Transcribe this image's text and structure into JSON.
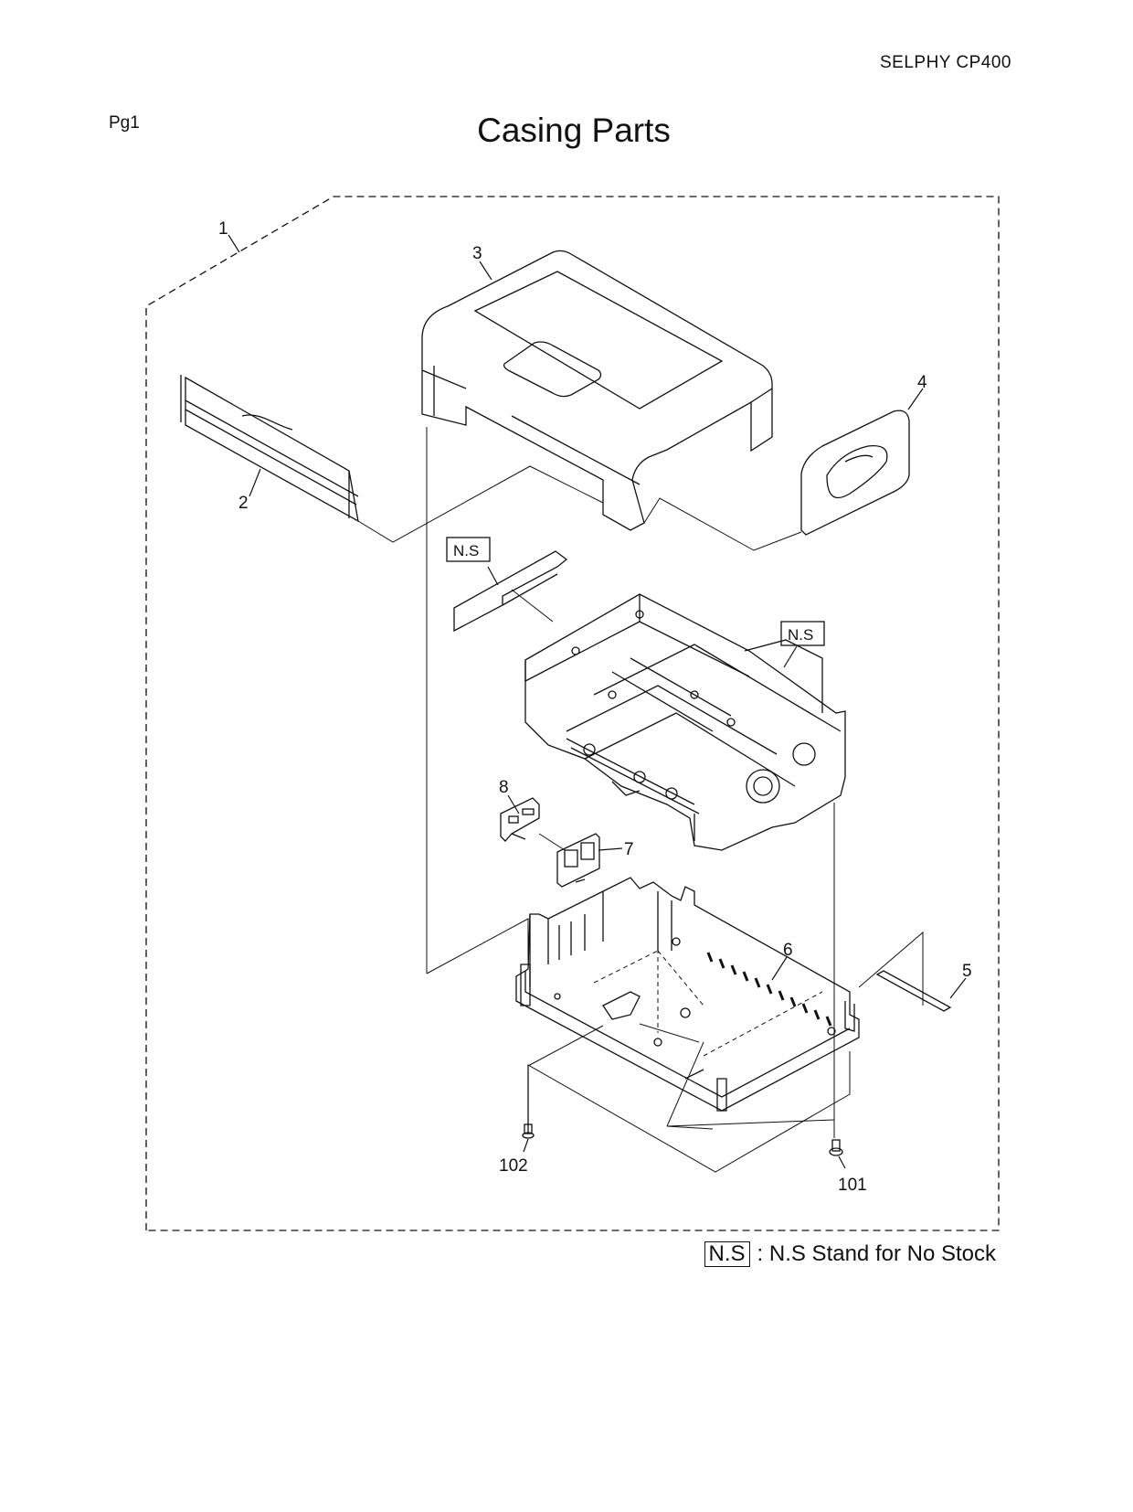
{
  "header": {
    "model": "SELPHY CP400",
    "page": "Pg1",
    "title": "Casing Parts"
  },
  "callouts": {
    "c1": "1",
    "c2": "2",
    "c3": "3",
    "c4": "4",
    "c5": "5",
    "c6": "6",
    "c7": "7",
    "c8": "8",
    "c101": "101",
    "c102": "102"
  },
  "ns_label": "N.S",
  "legend": {
    "box": "N.S",
    "text": ": N.S Stand for No Stock"
  }
}
